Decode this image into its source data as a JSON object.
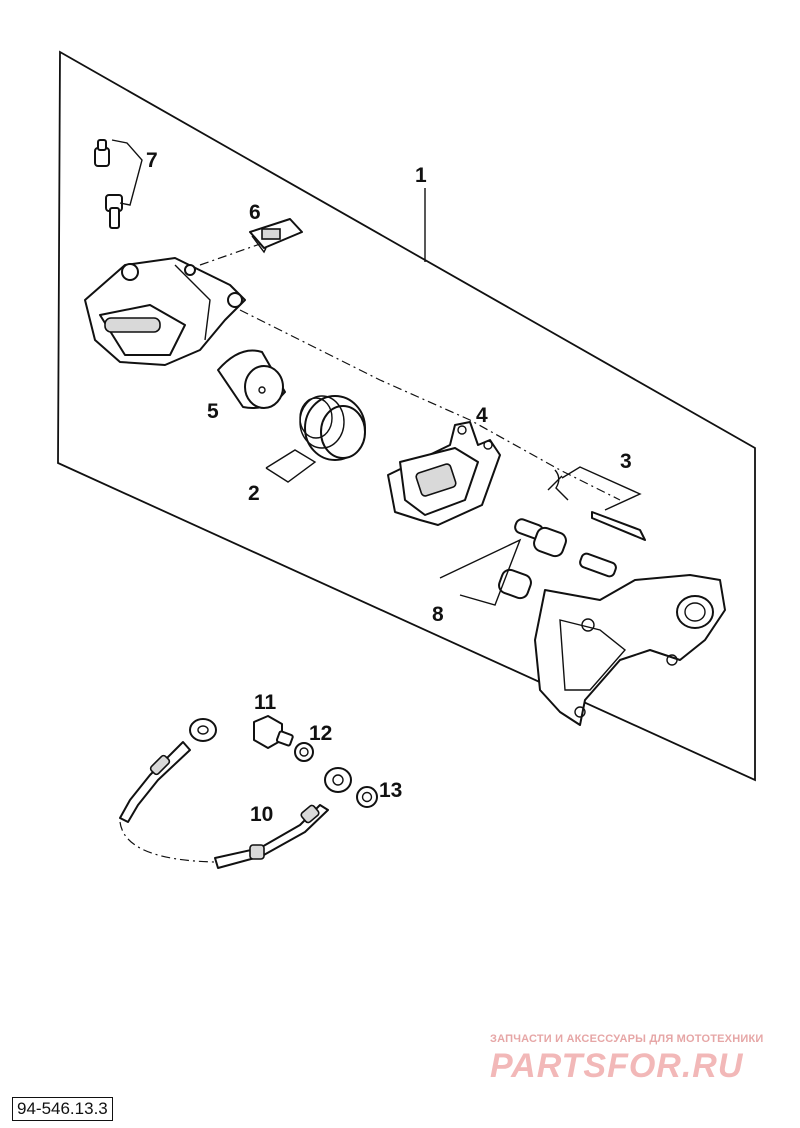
{
  "callouts": [
    {
      "id": "1",
      "label": "1"
    },
    {
      "id": "2",
      "label": "2"
    },
    {
      "id": "3",
      "label": "3"
    },
    {
      "id": "4",
      "label": "4"
    },
    {
      "id": "5",
      "label": "5"
    },
    {
      "id": "6",
      "label": "6"
    },
    {
      "id": "7",
      "label": "7"
    },
    {
      "id": "8",
      "label": "8"
    },
    {
      "id": "10",
      "label": "10"
    },
    {
      "id": "11",
      "label": "11"
    },
    {
      "id": "12",
      "label": "12"
    },
    {
      "id": "13",
      "label": "13"
    }
  ],
  "watermark": {
    "caption": "ЗАПЧАСТИ И АКСЕССУАРЫ ДЛЯ МОТОТЕХНИКИ",
    "logo": "PARTSFOR.RU"
  },
  "drawing_number": "94-546.13.3",
  "colors": {
    "line": "#111111",
    "watermark": "#f2b8b8",
    "background": "#ffffff"
  }
}
